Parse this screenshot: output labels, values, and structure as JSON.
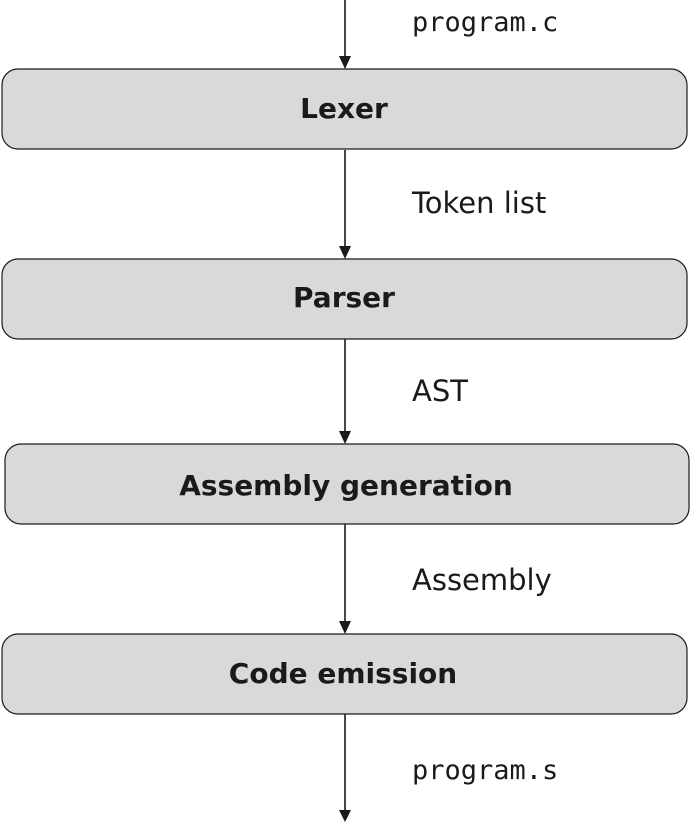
{
  "stages": [
    {
      "id": "lexer",
      "label": "Lexer"
    },
    {
      "id": "parser",
      "label": "Parser"
    },
    {
      "id": "assembly-generation",
      "label": "Assembly generation"
    },
    {
      "id": "code-emission",
      "label": "Code emission"
    }
  ],
  "flows": [
    {
      "id": "program-c",
      "label": "program.c",
      "style": "monospace"
    },
    {
      "id": "token-list",
      "label": "Token list",
      "style": "proportional"
    },
    {
      "id": "ast",
      "label": "AST",
      "style": "proportional"
    },
    {
      "id": "assembly",
      "label": "Assembly",
      "style": "proportional"
    },
    {
      "id": "program-s",
      "label": "program.s",
      "style": "monospace"
    }
  ],
  "colors": {
    "box_fill": "#d9d9d9",
    "stroke": "#1a1a1a",
    "background": "#ffffff"
  }
}
